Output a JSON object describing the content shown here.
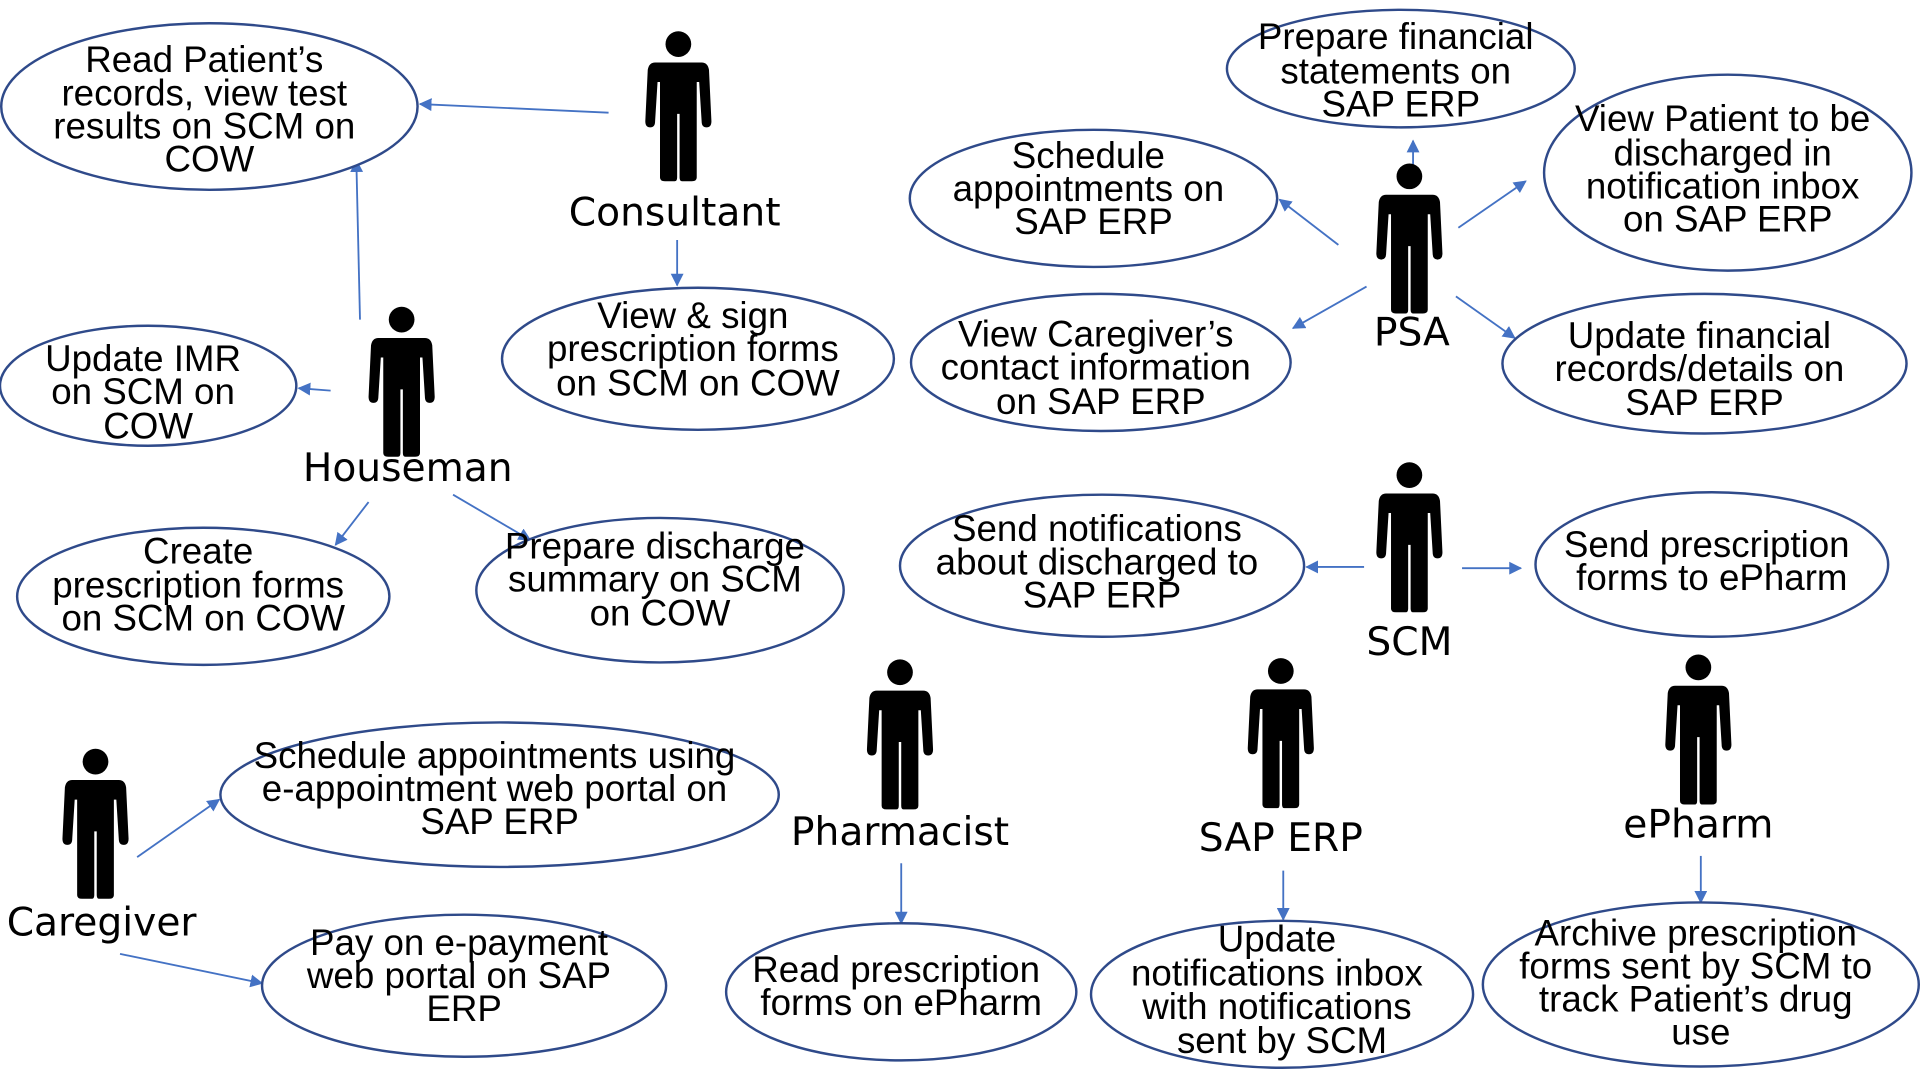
{
  "actors": {
    "consultant": "Consultant",
    "houseman": "Houseman",
    "psa": "PSA",
    "scm": "SCM",
    "caregiver": "Caregiver",
    "pharmacist": "Pharmacist",
    "sap_erp": "SAP ERP",
    "epharm": "ePharm"
  },
  "use_cases": {
    "read_records": [
      "Read Patient’s",
      "records, view test",
      "results on SCM on",
      "COW"
    ],
    "view_sign": [
      "View & sign",
      "prescription forms",
      "on SCM on COW"
    ],
    "update_imr": [
      "Update IMR",
      "on SCM on",
      "COW"
    ],
    "create_rx": [
      "Create",
      "prescription forms",
      "on SCM on COW"
    ],
    "discharge_summary": [
      "Prepare discharge",
      "summary on SCM",
      "on COW"
    ],
    "financial_statements": [
      "Prepare financial",
      "statements on",
      "SAP ERP"
    ],
    "psa_schedule": [
      "Schedule",
      "appointments on",
      "SAP ERP"
    ],
    "view_discharged": [
      "View Patient to be",
      "discharged in",
      "notification inbox",
      "on SAP ERP"
    ],
    "caregiver_contact": [
      "View Caregiver’s",
      "contact information",
      "on SAP ERP"
    ],
    "update_financial": [
      "Update financial",
      "records/details on",
      "SAP ERP"
    ],
    "send_notifications": [
      "Send notifications",
      "about discharged to",
      "SAP ERP"
    ],
    "send_rx": [
      "Send prescription",
      "forms to ePharm"
    ],
    "eappointment": [
      "Schedule appointments using",
      "e-appointment web portal on",
      "SAP ERP"
    ],
    "epayment": [
      "Pay on e-payment",
      "web portal on SAP",
      "ERP"
    ],
    "read_rx": [
      "Read prescription",
      "forms on ePharm"
    ],
    "update_inbox": [
      "Update",
      "notifications inbox",
      "with notifications",
      "sent by SCM"
    ],
    "archive_rx": [
      "Archive prescription",
      "forms sent by SCM to",
      "track Patient’s drug",
      "use"
    ]
  },
  "colors": {
    "ellipse_stroke": "#2f4a8a",
    "arrow": "#4472c4",
    "actor": "#000000"
  },
  "icon": "stick-figure-person-icon"
}
